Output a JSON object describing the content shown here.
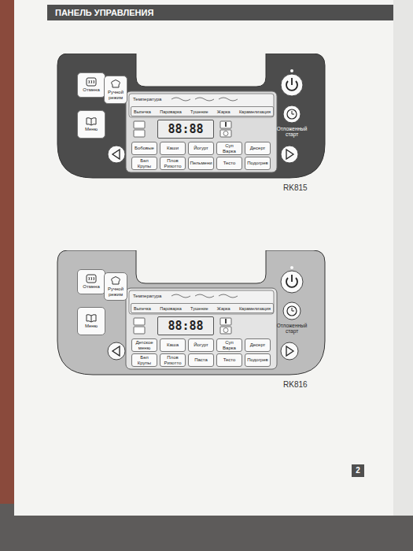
{
  "diagram": {
    "title": "ПАНЕЛЬ УПРАВЛЕНИЯ",
    "nodes": [
      {
        "text": [
          "RK815"
        ]
      },
      {
        "text": [
          "Отмена"
        ],
        "in": 0
      },
      {
        "text": [
          "Меню"
        ],
        "in": 0
      },
      {
        "text": [
          "Ручной режим"
        ],
        "in": 0
      },
      {
        "text": [
          "Температура"
        ],
        "in": 0
      },
      {
        "text": [
          "Выпечка",
          "Пароварка",
          "Тушение",
          "Жарка",
          "Карамелизация"
        ],
        "in": 0
      },
      {
        "text": [
          "88:88"
        ],
        "in": 0
      },
      {
        "text": [
          "Бобовые"
        ],
        "in": 0
      },
      {
        "text": [
          "Каши"
        ],
        "in": 0
      },
      {
        "text": [
          "Йогурт"
        ],
        "in": 0
      },
      {
        "text": [
          "Суп Варка"
        ],
        "in": 0
      },
      {
        "text": [
          "Десерт"
        ],
        "in": 0
      },
      {
        "text": [
          "Бел Крупы"
        ],
        "in": 0
      },
      {
        "text": [
          "Плов Ризотто"
        ],
        "in": 0
      },
      {
        "text": [
          "Пельмени"
        ],
        "in": 0
      },
      {
        "text": [
          "Тесто"
        ],
        "in": 0
      },
      {
        "text": [
          "Подогрев"
        ],
        "in": 0
      },
      {
        "text": [
          "Отложенный старт"
        ],
        "in": 0
      },
      {
        "text": [
          "RK816"
        ]
      },
      {
        "text": [
          "Отмена"
        ],
        "in": 18
      },
      {
        "text": [
          "Меню"
        ],
        "in": 18
      },
      {
        "text": [
          "Ручной режим"
        ],
        "in": 18
      },
      {
        "text": [
          "Температура"
        ],
        "in": 18
      },
      {
        "text": [
          "Выпечка",
          "Пароварка",
          "Тушение",
          "Жарка",
          "Карамелизация"
        ],
        "in": 18
      },
      {
        "text": [
          "88:88"
        ],
        "in": 18
      },
      {
        "text": [
          "Детское меню"
        ],
        "in": 18
      },
      {
        "text": [
          "Каша"
        ],
        "in": 18
      },
      {
        "text": [
          "Йогурт"
        ],
        "in": 18
      },
      {
        "text": [
          "Суп Варка"
        ],
        "in": 18
      },
      {
        "text": [
          "Десерт"
        ],
        "in": 18
      },
      {
        "text": [
          "Бел Крупы"
        ],
        "in": 18
      },
      {
        "text": [
          "Плов Ризотто"
        ],
        "in": 18
      },
      {
        "text": [
          "Паста"
        ],
        "in": 18
      },
      {
        "text": [
          "Тесто"
        ],
        "in": 18
      },
      {
        "text": [
          "Подогрев"
        ],
        "in": 18
      },
      {
        "text": [
          "Отложенный старт"
        ],
        "in": 18
      }
    ],
    "labels": [
      "2"
    ]
  }
}
